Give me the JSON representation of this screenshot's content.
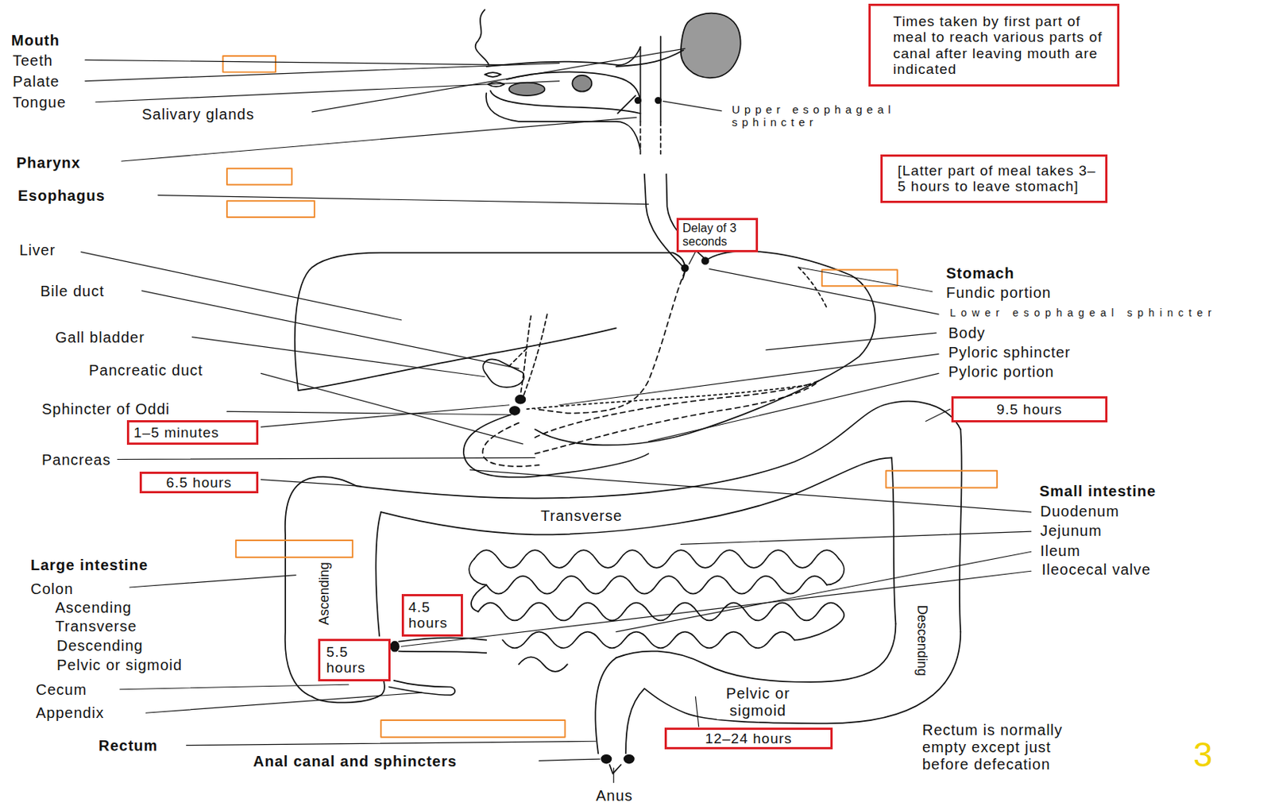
{
  "diagram": {
    "nodes": [
      {
        "text": [
          "Times taken by first part of meal to reach various parts of canal after leaving mouth are indicated"
        ]
      },
      {
        "text": [
          "[Latter part of meal takes 3–5 hours to leave stomach]"
        ]
      },
      {
        "text": [
          "Delay of 3 seconds"
        ]
      },
      {
        "text": [
          "9.5 hours"
        ]
      },
      {
        "text": [
          "1–5 minutes"
        ]
      },
      {
        "text": [
          "6.5 hours"
        ]
      },
      {
        "text": [
          "4.5 hours"
        ]
      },
      {
        "text": [
          "5.5 hours"
        ]
      },
      {
        "text": [
          "12–24 hours"
        ]
      }
    ],
    "labels": [
      "Mouth",
      "Teeth",
      "Palate",
      "Tongue",
      "Salivary glands",
      "Upper esophageal sphincter",
      "Pharynx",
      "Esophagus",
      "Liver",
      "Stomach",
      "Fundic portion",
      "Bile duct",
      "Lower esophageal sphincter",
      "Body",
      "Gall bladder",
      "Pyloric sphincter",
      "Pancreatic duct",
      "Pyloric portion",
      "Sphincter of Oddi",
      "Pancreas",
      "Small intestine",
      "Duodenum",
      "Transverse",
      "Jejunum",
      "Ileum",
      "Large intestine",
      "Ileocecal valve",
      "Descending",
      "Ascending",
      "Colon",
      "Ascending",
      "Transverse",
      "Descending",
      "Pelvic or sigmoid",
      "Cecum",
      "Pelvic or sigmoid",
      "Appendix",
      "Rectum is normally empty except just before defecation",
      "Rectum",
      "Anal canal and sphincters",
      "Anus",
      "3"
    ]
  }
}
